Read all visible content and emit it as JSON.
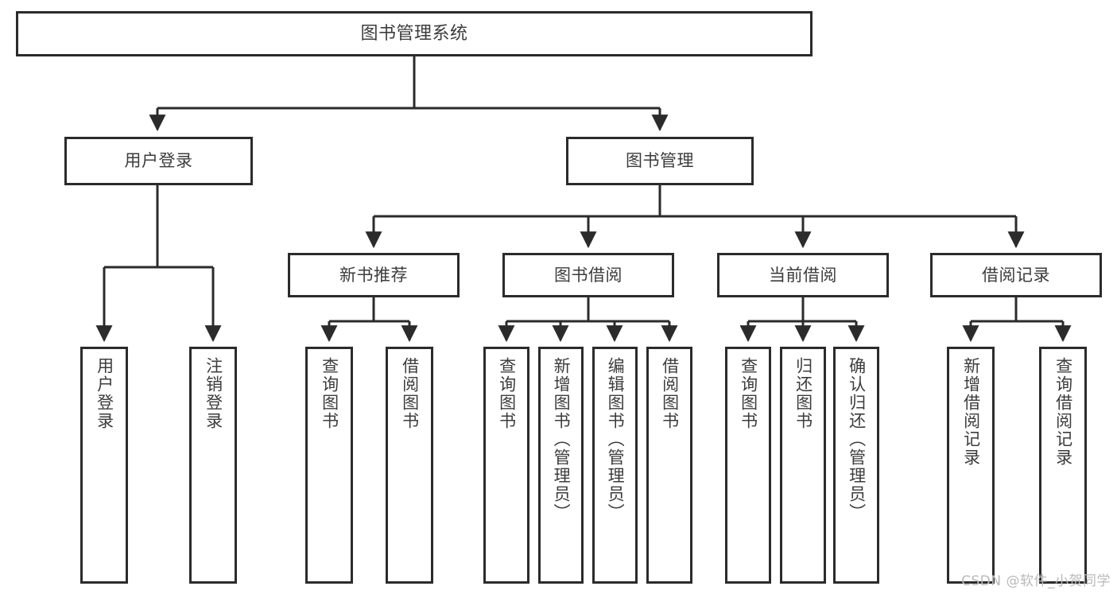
{
  "diagram": {
    "title": "图书管理系统",
    "type": "tree",
    "colors": {
      "stroke": "#2b2b2b",
      "fill": "#ffffff",
      "text": "#3c3c3c",
      "watermark": "#b9b9b9"
    },
    "nodes": {
      "root": {
        "label": "图书管理系统"
      },
      "level1": [
        {
          "key": "user_login",
          "label": "用户登录"
        },
        {
          "key": "book_manage",
          "label": "图书管理"
        }
      ],
      "level2": [
        {
          "key": "new_book_rec",
          "label": "新书推荐"
        },
        {
          "key": "book_borrow",
          "label": "图书借阅"
        },
        {
          "key": "current_borrow",
          "label": "当前借阅"
        },
        {
          "key": "borrow_record",
          "label": "借阅记录"
        }
      ],
      "leaves": {
        "user_login": [
          {
            "key": "leaf_user_login",
            "label": "用户登录"
          },
          {
            "key": "leaf_user_logout",
            "label": "注销登录"
          }
        ],
        "new_book_rec": [
          {
            "key": "leaf_query_book_a",
            "label": "查询图书"
          },
          {
            "key": "leaf_borrow_book_a",
            "label": "借阅图书"
          }
        ],
        "book_borrow": [
          {
            "key": "leaf_query_book_b",
            "label": "查询图书"
          },
          {
            "key": "leaf_add_book",
            "label": "新增图书（管理员）"
          },
          {
            "key": "leaf_edit_book",
            "label": "编辑图书（管理员）"
          },
          {
            "key": "leaf_borrow_book_b",
            "label": "借阅图书"
          }
        ],
        "current_borrow": [
          {
            "key": "leaf_query_book_c",
            "label": "查询图书"
          },
          {
            "key": "leaf_return_book",
            "label": "归还图书"
          },
          {
            "key": "leaf_confirm_return",
            "label": "确认归还（管理员）"
          }
        ],
        "borrow_record": [
          {
            "key": "leaf_add_record",
            "label": "新增借阅记录"
          },
          {
            "key": "leaf_query_record",
            "label": "查询借阅记录"
          }
        ]
      }
    },
    "watermark": "CSDN @软件_小贺同学"
  }
}
